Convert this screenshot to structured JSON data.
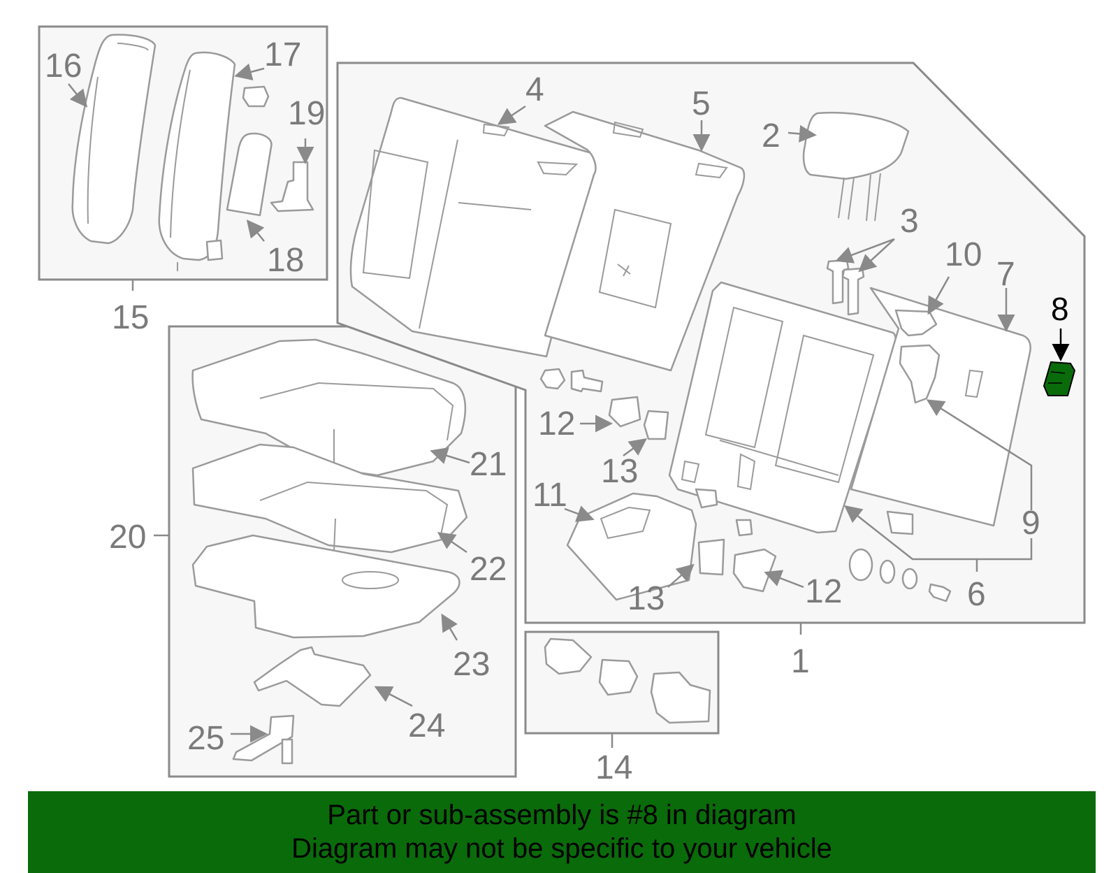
{
  "diagram": {
    "callouts": {
      "c1": "1",
      "c2": "2",
      "c3": "3",
      "c4": "4",
      "c5": "5",
      "c6": "6",
      "c7": "7",
      "c8": "8",
      "c9": "9",
      "c10": "10",
      "c11": "11",
      "c12a": "12",
      "c12b": "12",
      "c13a": "13",
      "c13b": "13",
      "c14": "14",
      "c15": "15",
      "c16": "16",
      "c17": "17",
      "c18": "18",
      "c19": "19",
      "c20": "20",
      "c21": "21",
      "c22": "22",
      "c23": "23",
      "c24": "24",
      "c25": "25"
    },
    "highlighted_part": "8",
    "highlight_color": "#0a6b0a",
    "line_color": "#8a8a8a"
  },
  "banner": {
    "line1": "Part or sub-assembly is #8 in diagram",
    "line2": "Diagram may not be specific to your vehicle",
    "background": "#0a6b0a"
  }
}
